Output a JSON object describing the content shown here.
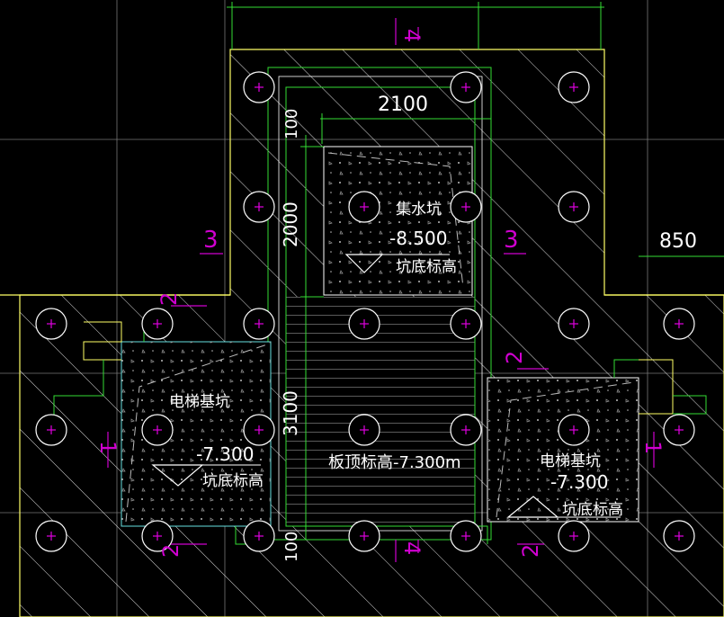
{
  "colors": {
    "background": "#000000",
    "outline": "#ffff66",
    "pile_circle": "#ffffff",
    "pile_cross": "#e000e0",
    "section_mark": "#d000d0",
    "dimension": "#33dd33",
    "pit_outline": "#ffffff",
    "hatch": "#ffffff",
    "cyan_outline": "#66e0e0"
  },
  "dimensions": {
    "top_width": "2100",
    "left_height_100_top": "100",
    "left_height_2000": "2000",
    "left_height_3100": "3100",
    "left_height_100_bottom": "100",
    "right_offset": "850"
  },
  "sump_pit": {
    "name": "集水坑",
    "elevation": "-8.500",
    "elevation_label": "坑底标高"
  },
  "elevator_pit_left": {
    "name": "电梯基坑",
    "elevation": "-7.300",
    "elevation_label": "坑底标高"
  },
  "elevator_pit_right": {
    "name": "电梯基坑",
    "elevation": "-7.300",
    "elevation_label": "坑底标高"
  },
  "slab": {
    "label": "板顶标高-7.300m"
  },
  "section_marks": {
    "s4_top": "4",
    "s4_bottom": "4",
    "s3_left": "3",
    "s3_right": "3",
    "s2_top_left": "2",
    "s2_bottom_left": "2",
    "s2_right": "2",
    "s2_bottom_right": "2",
    "s1_left": "1",
    "s1_right": "1"
  }
}
